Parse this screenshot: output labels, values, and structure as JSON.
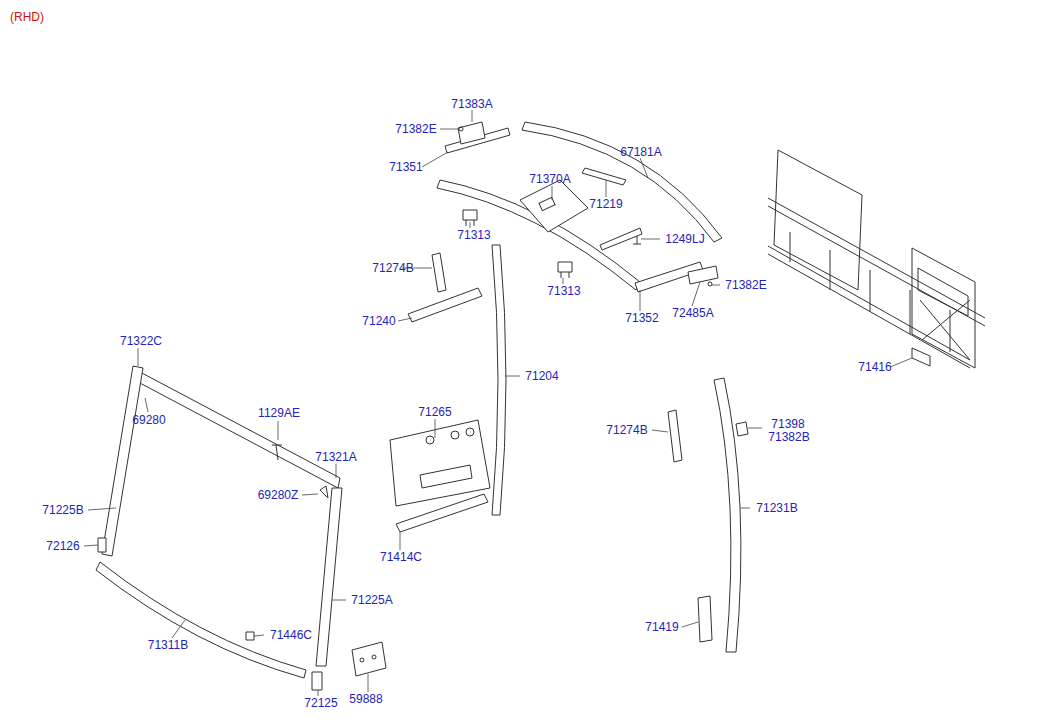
{
  "diagram": {
    "labels": [
      "(RHD)",
      "71383A",
      "71382E",
      "71351",
      "67181A",
      "71370A",
      "71219",
      "71313",
      "1249LJ",
      "71274B",
      "71313",
      "71382E",
      "71240",
      "71352",
      "72485A",
      "71322C",
      "71204",
      "71416",
      "69280",
      "1129AE",
      "71265",
      "71274B",
      "71398",
      "71382B",
      "71321A",
      "69280Z",
      "71225B",
      "71231B",
      "71414C",
      "72126",
      "71225A",
      "71446C",
      "71419",
      "71311B",
      "72125",
      "59888"
    ]
  }
}
